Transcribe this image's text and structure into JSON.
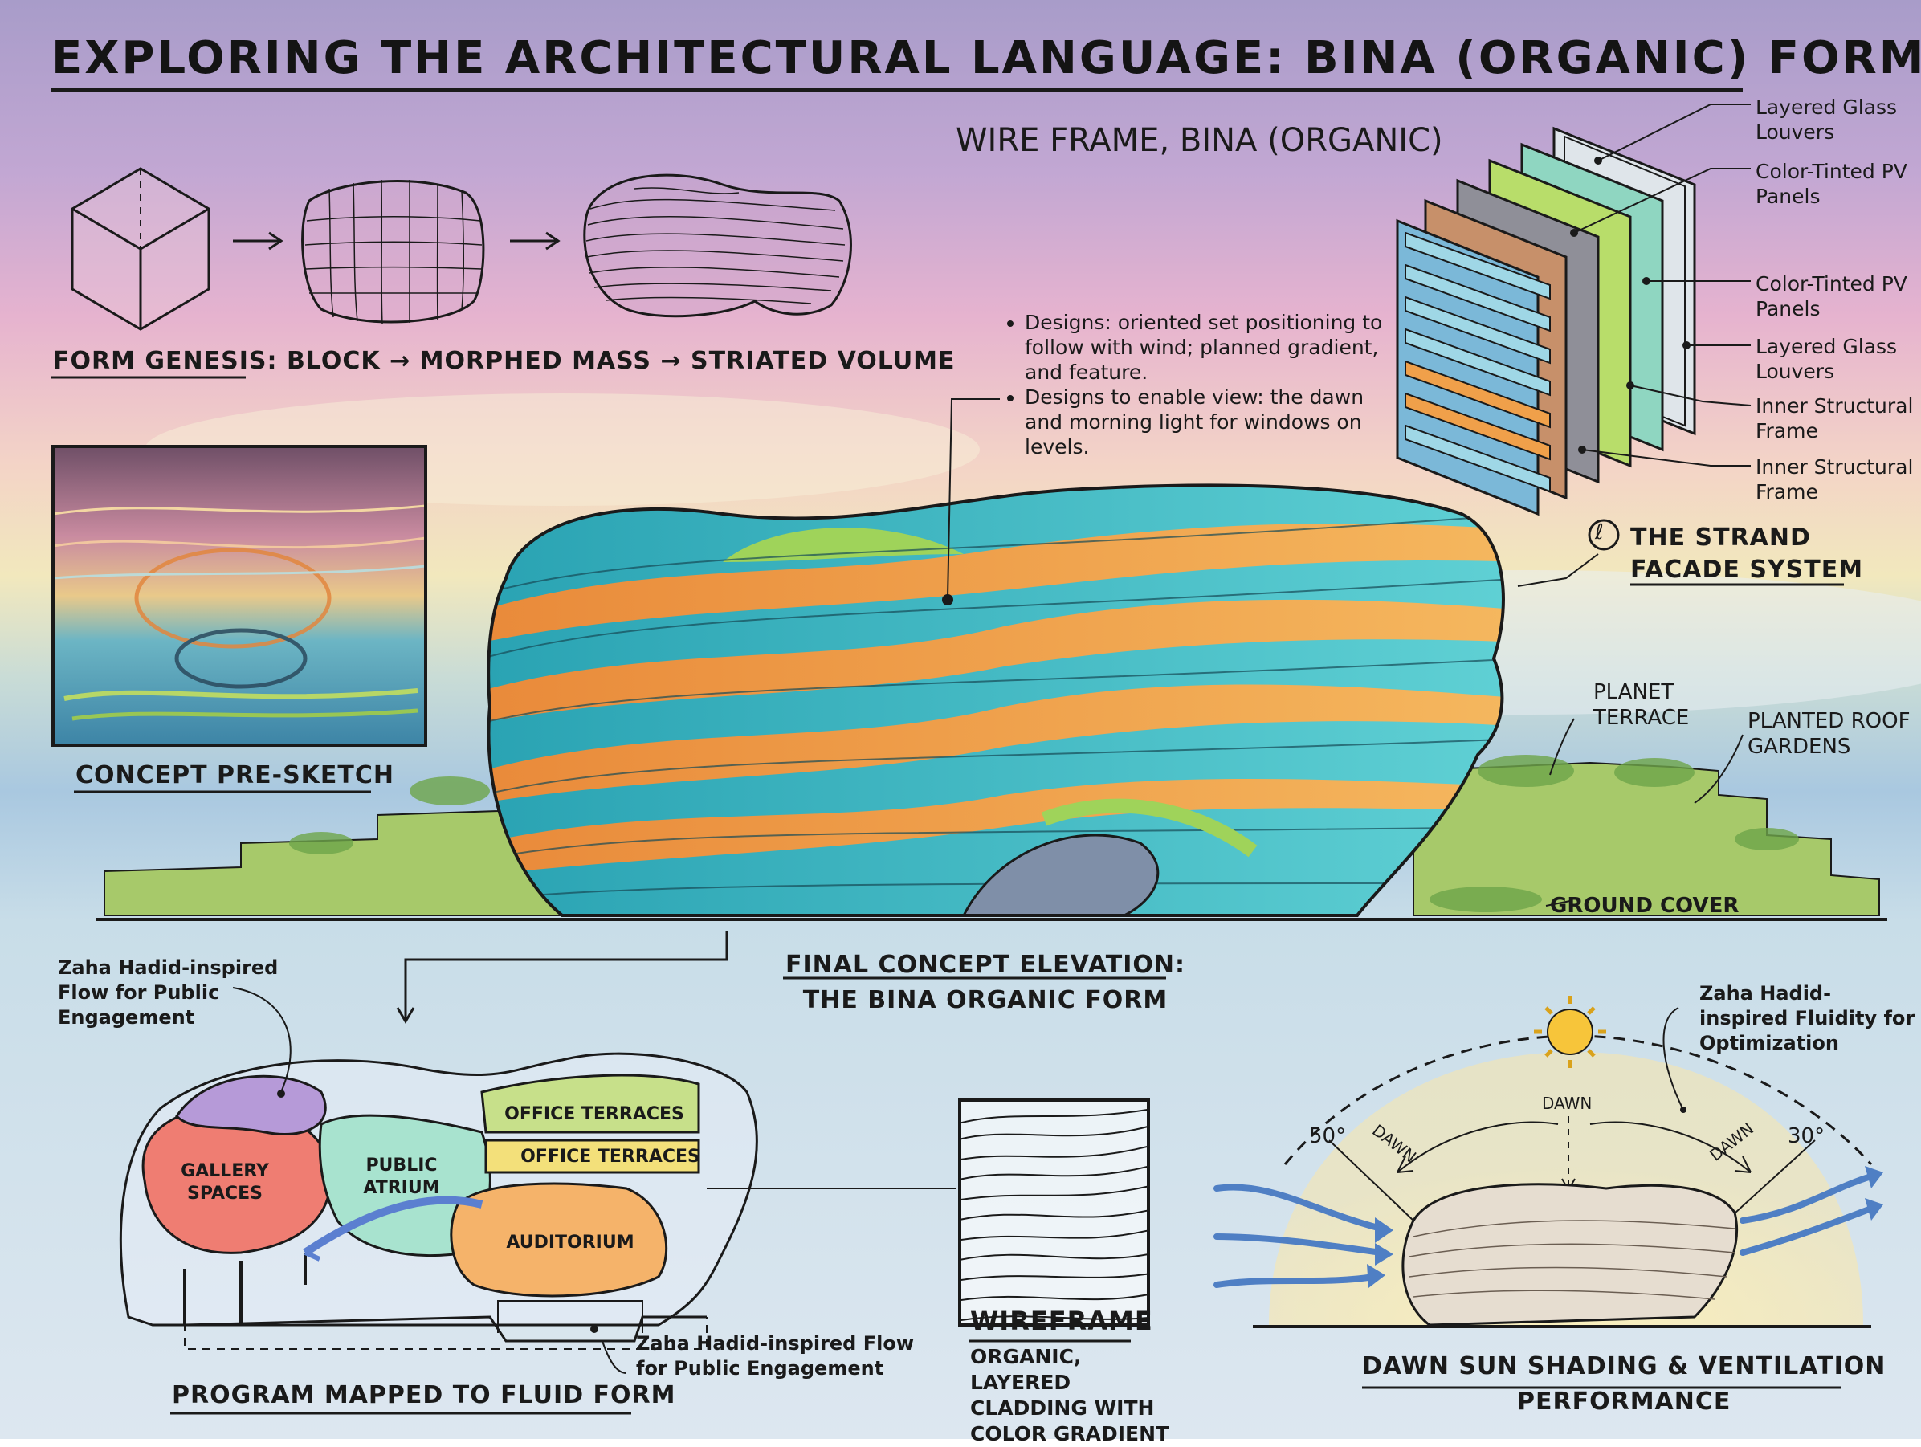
{
  "title": "EXPLORING THE ARCHITECTURAL LANGUAGE: BINA (ORGANIC) FORM",
  "wireframe_heading": "WIRE FRAME, BINA (ORGANIC)",
  "form_genesis": {
    "label": "FORM GENESIS:",
    "steps": [
      "BLOCK",
      "MORPHED MASS",
      "STRIATED VOLUME"
    ],
    "arrow_glyph": "→"
  },
  "concept_pre_sketch": "CONCEPT PRE-SKETCH",
  "design_notes": [
    "Designs: oriented set positioning to follow with wind; planned gradient, and feature.",
    "Designs to enable view: the dawn and morning light for windows on levels."
  ],
  "facade_layers": [
    "Layered Glass Louvers",
    "Color-Tinted PV Panels",
    "Color-Tinted PV Panels",
    "Layered Glass Louvers",
    "Inner Structural Frame",
    "Inner Structural Frame"
  ],
  "strand_facade": {
    "line1": "THE STRAND",
    "line2": "FACADE SYSTEM",
    "marker_glyph": "ℓ"
  },
  "site_labels": {
    "planet_terrace": "PLANET TERRACE",
    "planted_roof_gardens": "PLANTED ROOF GARDENS",
    "ground_cover": "GROUND COVER"
  },
  "final_concept": {
    "line1": "FINAL CONCEPT ELEVATION:",
    "line2": "THE BINA ORGANIC FORM"
  },
  "program": {
    "note_top": "Zaha Hadid-inspired Flow for Public Engagement",
    "rooms": {
      "gallery": "GALLERY SPACES",
      "atrium": "PUBLIC ATRIUM",
      "office1": "OFFICE TERRACES",
      "office2": "OFFICE TERRACES",
      "auditorium": "AUDITORIUM"
    },
    "note_bottom": "Zaha Hadid-inspired Flow for Public Engagement",
    "caption": "PROGRAM MAPPED TO FLUID FORM"
  },
  "wireframe_detail": {
    "title": "WIREFRAME",
    "caption": "ORGANIC, LAYERED CLADDING WITH COLOR GRADIENT"
  },
  "sun_diagram": {
    "note": "Zaha Hadid-inspired Fluidity for Optimization",
    "dawn_top": "DAWN",
    "dawn_left": "DAWN",
    "dawn_right": "DAWN",
    "angle_left": "50°",
    "angle_right": "30°",
    "caption_line1": "DAWN SUN SHADING & VENTILATION",
    "caption_line2": "PERFORMANCE"
  },
  "colors": {
    "teal": "#3fb8c4",
    "orange": "#f0a04a",
    "lime": "#a6cc4a",
    "gallery_red": "#ef7d72",
    "gallery_purple": "#b69ad8",
    "office_green": "#c7e08a",
    "auditorium_orange": "#f5b36a",
    "sun": "#f7c53a"
  }
}
